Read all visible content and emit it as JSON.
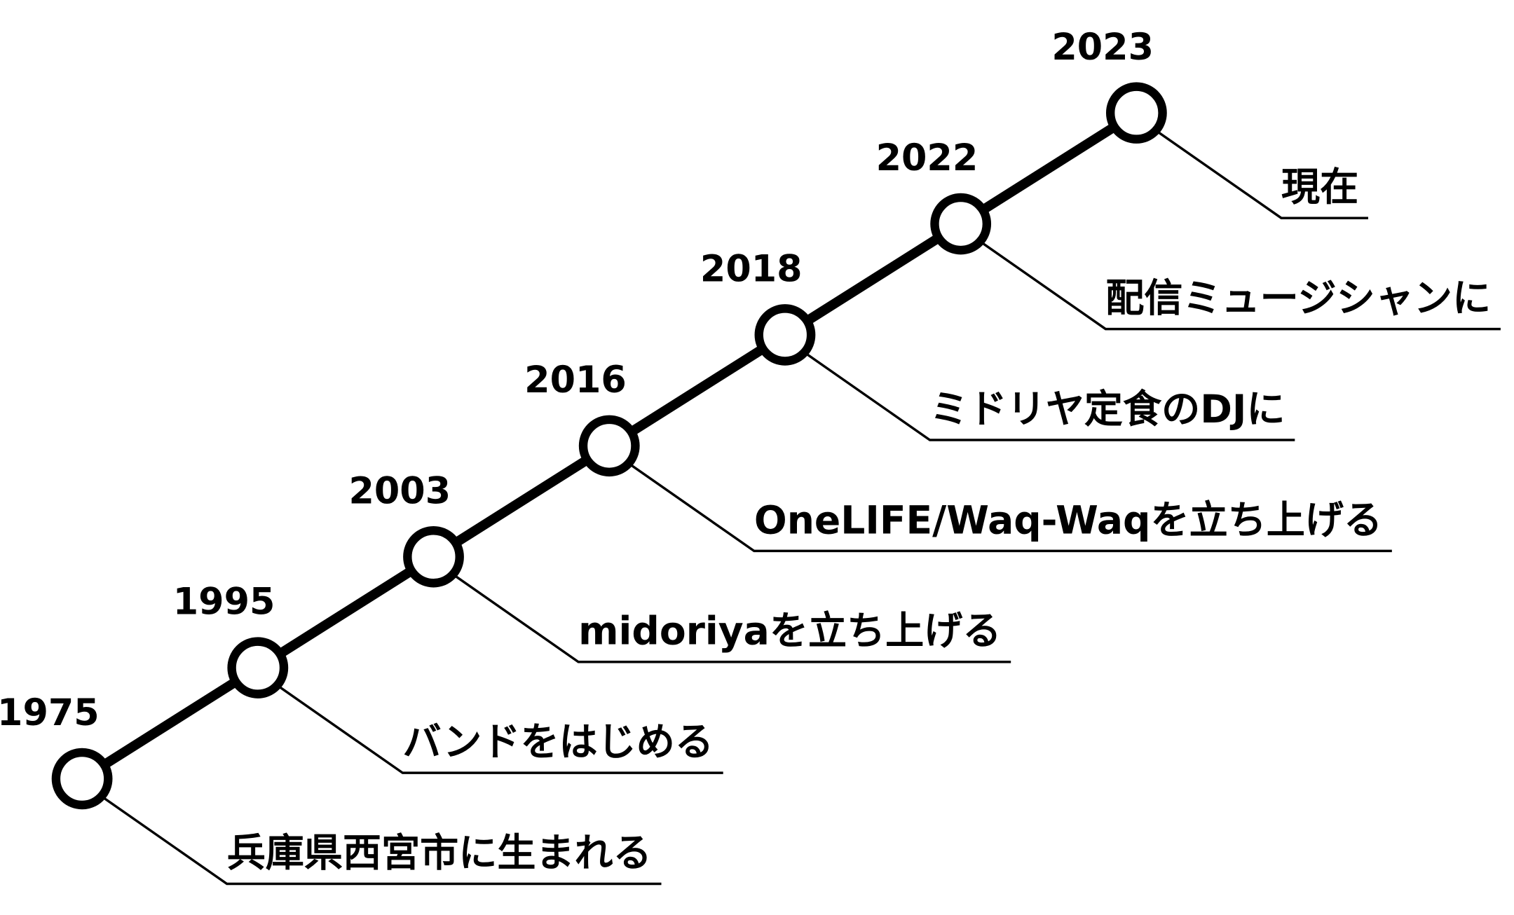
{
  "colors": {
    "line": "#000000",
    "node_fill": "#ffffff",
    "background": "#ffffff"
  },
  "timeline": [
    {
      "year": "1975",
      "event": "兵庫県西宮市に生まれる"
    },
    {
      "year": "1995",
      "event": "バンドをはじめる"
    },
    {
      "year": "2003",
      "event": "midoriyaを立ち上げる"
    },
    {
      "year": "2016",
      "event": "OneLIFE/Waq-Waqを立ち上げる"
    },
    {
      "year": "2018",
      "event": "ミドリヤ定食のDJに"
    },
    {
      "year": "2022",
      "event": "配信ミュージシャンに"
    },
    {
      "year": "2023",
      "event": "現在"
    }
  ]
}
